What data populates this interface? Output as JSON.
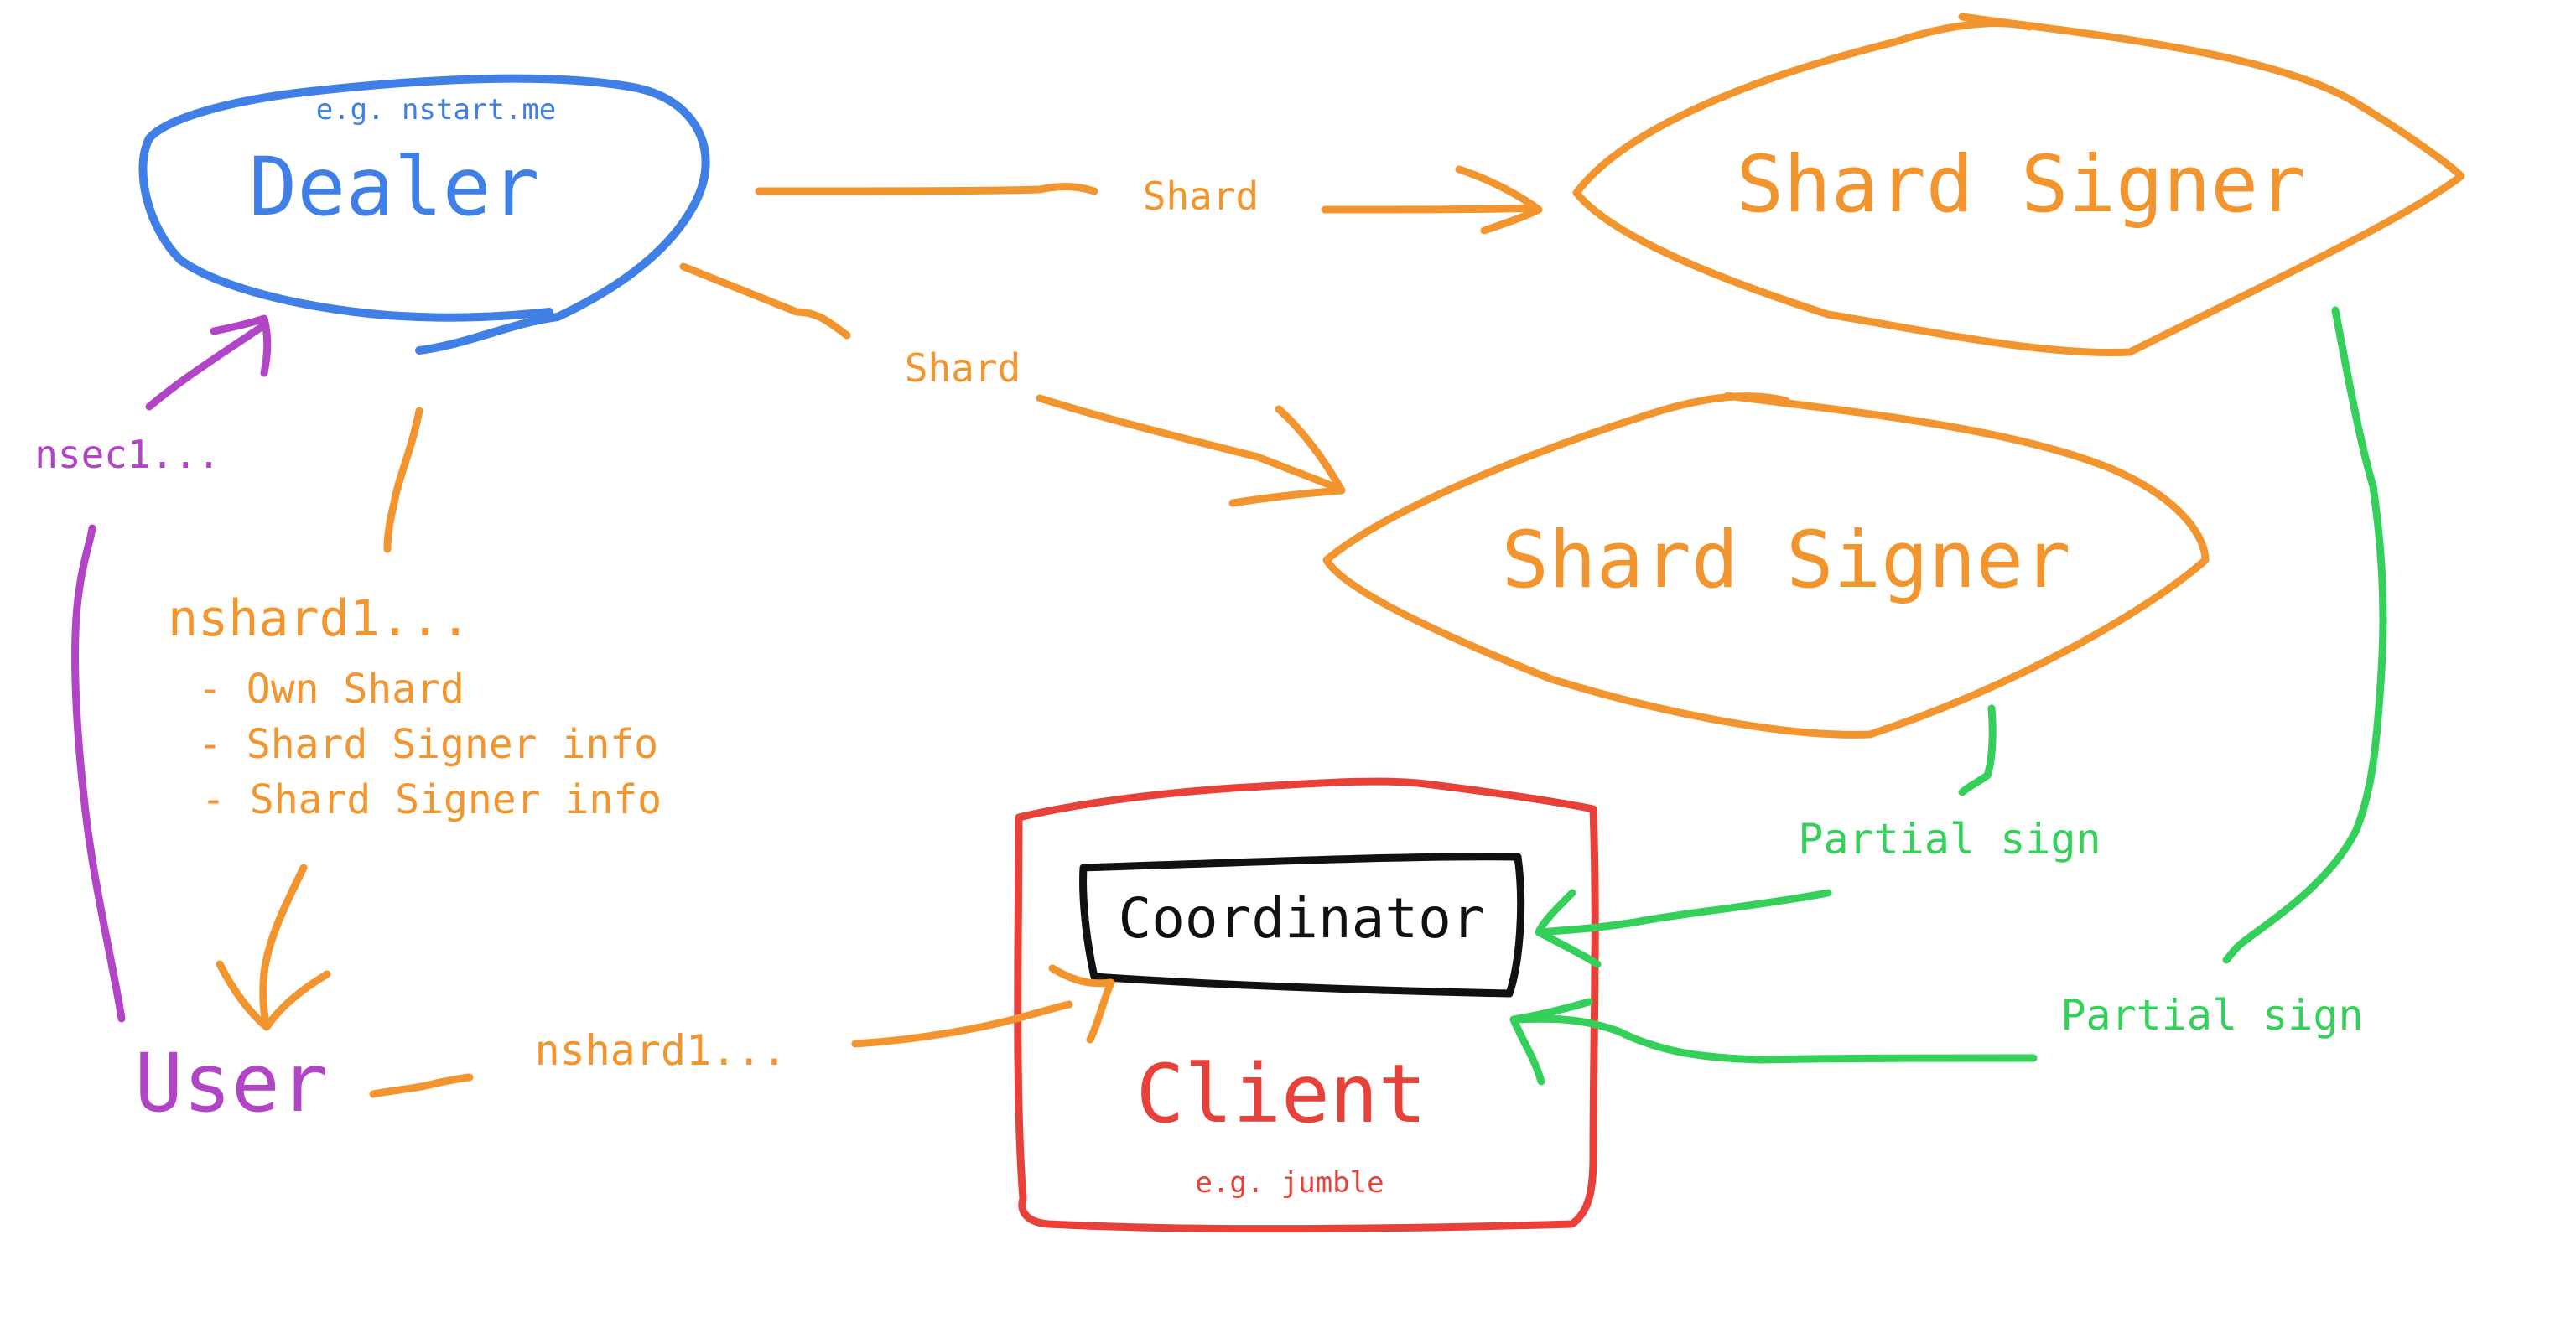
{
  "colors": {
    "blue": "#3f7fe6",
    "orange": "#f2952e",
    "purple": "#b245c6",
    "green": "#34d05a",
    "red": "#e8413a",
    "black": "#111111"
  },
  "nodes": {
    "dealer": {
      "label": "Dealer",
      "example": "e.g. nstart.me"
    },
    "shard_signer_top": {
      "label": "Shard Signer"
    },
    "shard_signer_middle": {
      "label": "Shard Signer"
    },
    "user": {
      "label": "User"
    },
    "client": {
      "label": "Client",
      "example": "e.g. jumble"
    },
    "coordinator": {
      "label": "Coordinator"
    }
  },
  "edges": {
    "dealer_to_top_signer": "Shard",
    "dealer_to_middle_signer": "Shard",
    "user_to_dealer": "nsec1...",
    "dealer_to_user": {
      "label": "nshard1...",
      "items": [
        "- Own Shard",
        "- Shard Signer info",
        "- Shard Signer info"
      ]
    },
    "user_to_client": "nshard1...",
    "middle_signer_to_coordinator": "Partial sign",
    "top_signer_to_coordinator": "Partial sign"
  }
}
